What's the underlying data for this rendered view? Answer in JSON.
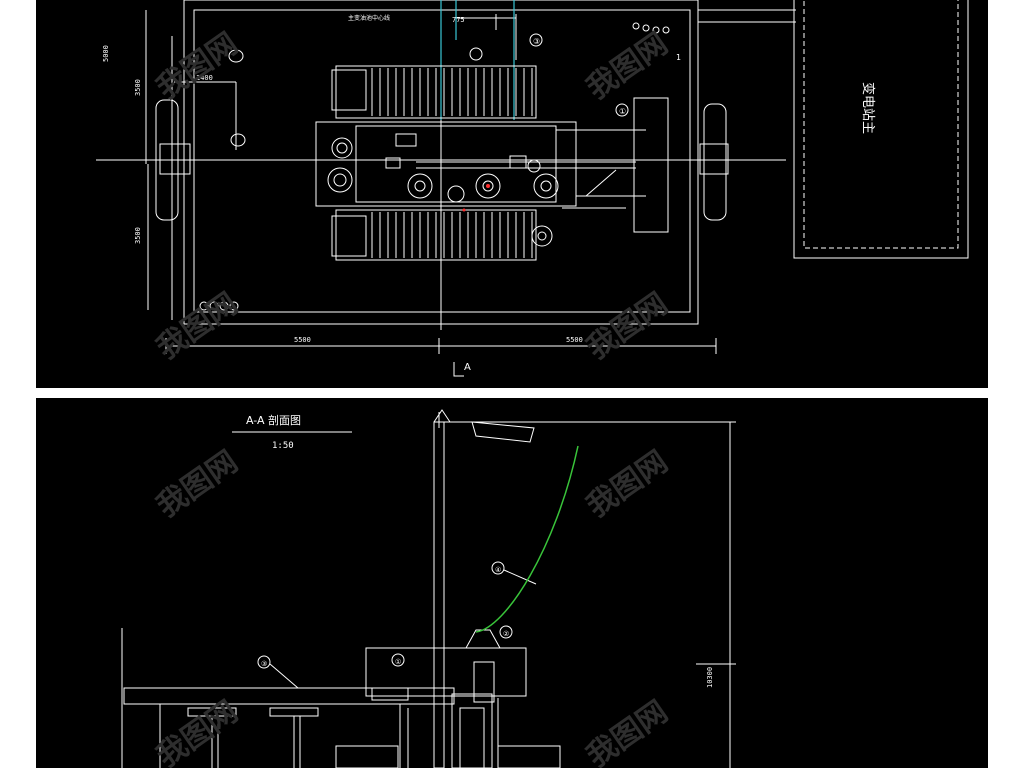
{
  "colors": {
    "background": "#000000",
    "line": "#ffffff",
    "cyan": "#39c6d6",
    "green": "#39c43a",
    "red": "#ff3030"
  },
  "plan": {
    "dim_top": "5000",
    "dim_mid": "3500",
    "dim_low": "3500",
    "dim_inner": "1400",
    "dim_775": "775",
    "dim_bottom_left": "5500",
    "dim_bottom_right": "5500",
    "note_top": "主变油池中心线",
    "section_marker": "A",
    "right_box_label": "变电站主",
    "callouts": [
      "①",
      "③"
    ],
    "item_1": "1"
  },
  "section": {
    "title": "A-A   剖面图",
    "scale": "1:50",
    "dim_height": "10300",
    "callouts": [
      "①",
      "②",
      "③",
      "④"
    ]
  },
  "watermark": {
    "text": "我图网"
  }
}
